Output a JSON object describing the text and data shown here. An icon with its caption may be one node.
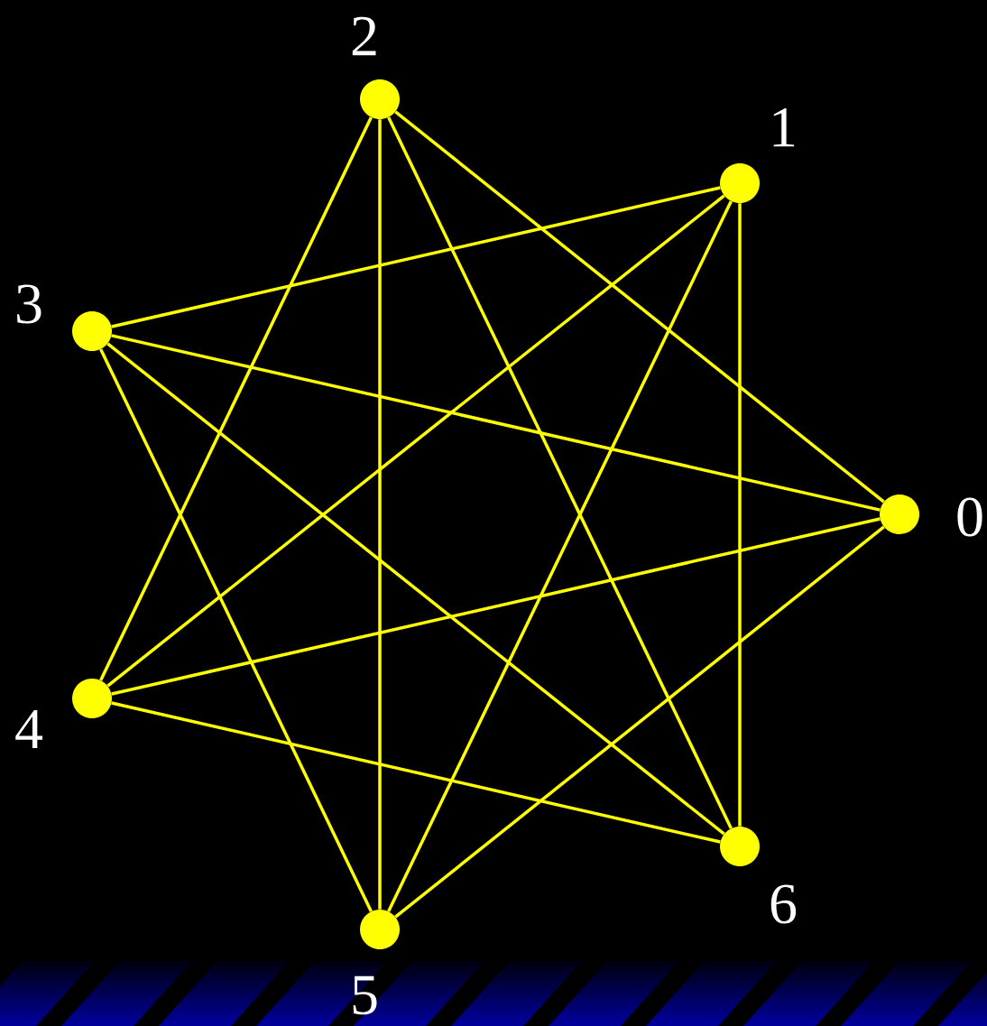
{
  "diagram": {
    "nodes": [
      {
        "text": [],
        "shape": "circle",
        "beside": [
          "0"
        ]
      },
      {
        "text": [],
        "shape": "circle",
        "beside": [
          "1"
        ]
      },
      {
        "text": [],
        "shape": "circle",
        "beside": [
          "2"
        ]
      },
      {
        "text": [],
        "shape": "circle",
        "beside": [
          "3"
        ]
      },
      {
        "text": [],
        "shape": "circle",
        "beside": [
          "4"
        ]
      },
      {
        "text": [],
        "shape": "circle",
        "beside": [
          "5"
        ]
      },
      {
        "text": [],
        "shape": "circle",
        "beside": [
          "6"
        ]
      }
    ],
    "edges": [
      {
        "from": 0,
        "to": 2,
        "arrow": "none"
      },
      {
        "from": 0,
        "to": 3,
        "arrow": "none"
      },
      {
        "from": 0,
        "to": 4,
        "arrow": "none"
      },
      {
        "from": 0,
        "to": 5,
        "arrow": "none"
      },
      {
        "from": 1,
        "to": 3,
        "arrow": "none"
      },
      {
        "from": 1,
        "to": 4,
        "arrow": "none"
      },
      {
        "from": 1,
        "to": 5,
        "arrow": "none"
      },
      {
        "from": 1,
        "to": 6,
        "arrow": "none"
      },
      {
        "from": 2,
        "to": 4,
        "arrow": "none"
      },
      {
        "from": 2,
        "to": 5,
        "arrow": "none"
      },
      {
        "from": 2,
        "to": 6,
        "arrow": "none"
      },
      {
        "from": 3,
        "to": 5,
        "arrow": "none"
      },
      {
        "from": 3,
        "to": 6,
        "arrow": "none"
      },
      {
        "from": 4,
        "to": 6,
        "arrow": "none"
      }
    ]
  }
}
